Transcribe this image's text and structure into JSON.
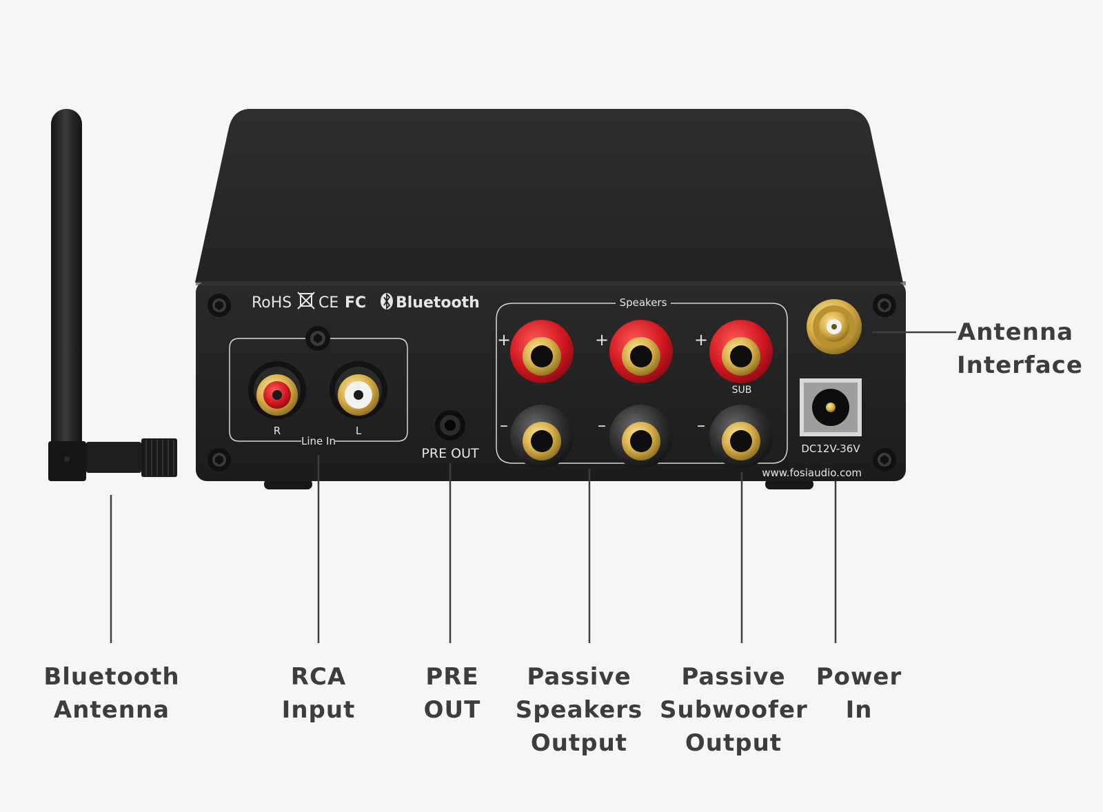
{
  "panel": {
    "certifications": [
      "RoHS",
      "CE",
      "FC"
    ],
    "bluetooth_label": "Bluetooth",
    "line_in_label": "Line In",
    "rca_right": "R",
    "rca_left": "L",
    "pre_out_label": "PRE OUT",
    "speakers_label": "Speakers",
    "sub_label": "SUB",
    "plus": "+",
    "minus": "–",
    "dc_label": "DC12V-36V",
    "website": "www.fosiaudio.com"
  },
  "callouts": {
    "bluetooth_antenna": [
      "Bluetooth",
      "Antenna"
    ],
    "rca_input": [
      "RCA",
      "Input"
    ],
    "pre_out": [
      "PRE",
      "OUT"
    ],
    "passive_speakers": [
      "Passive",
      "Speakers",
      "Output"
    ],
    "passive_subwoofer": [
      "Passive",
      "Subwoofer",
      "Output"
    ],
    "power_in": [
      "Power",
      "In"
    ],
    "antenna_interface": [
      "Antenna",
      "Interface"
    ]
  },
  "colors": {
    "background": "#f6f6f6",
    "chassis": "#262626",
    "chassis_face": "#1f1f1f",
    "terminal_red": "#d01620",
    "terminal_black": "#2a2a2a",
    "gold": "#d8b04a",
    "label_text": "#3d3d3d",
    "leader_line": "#3d3d3d"
  }
}
